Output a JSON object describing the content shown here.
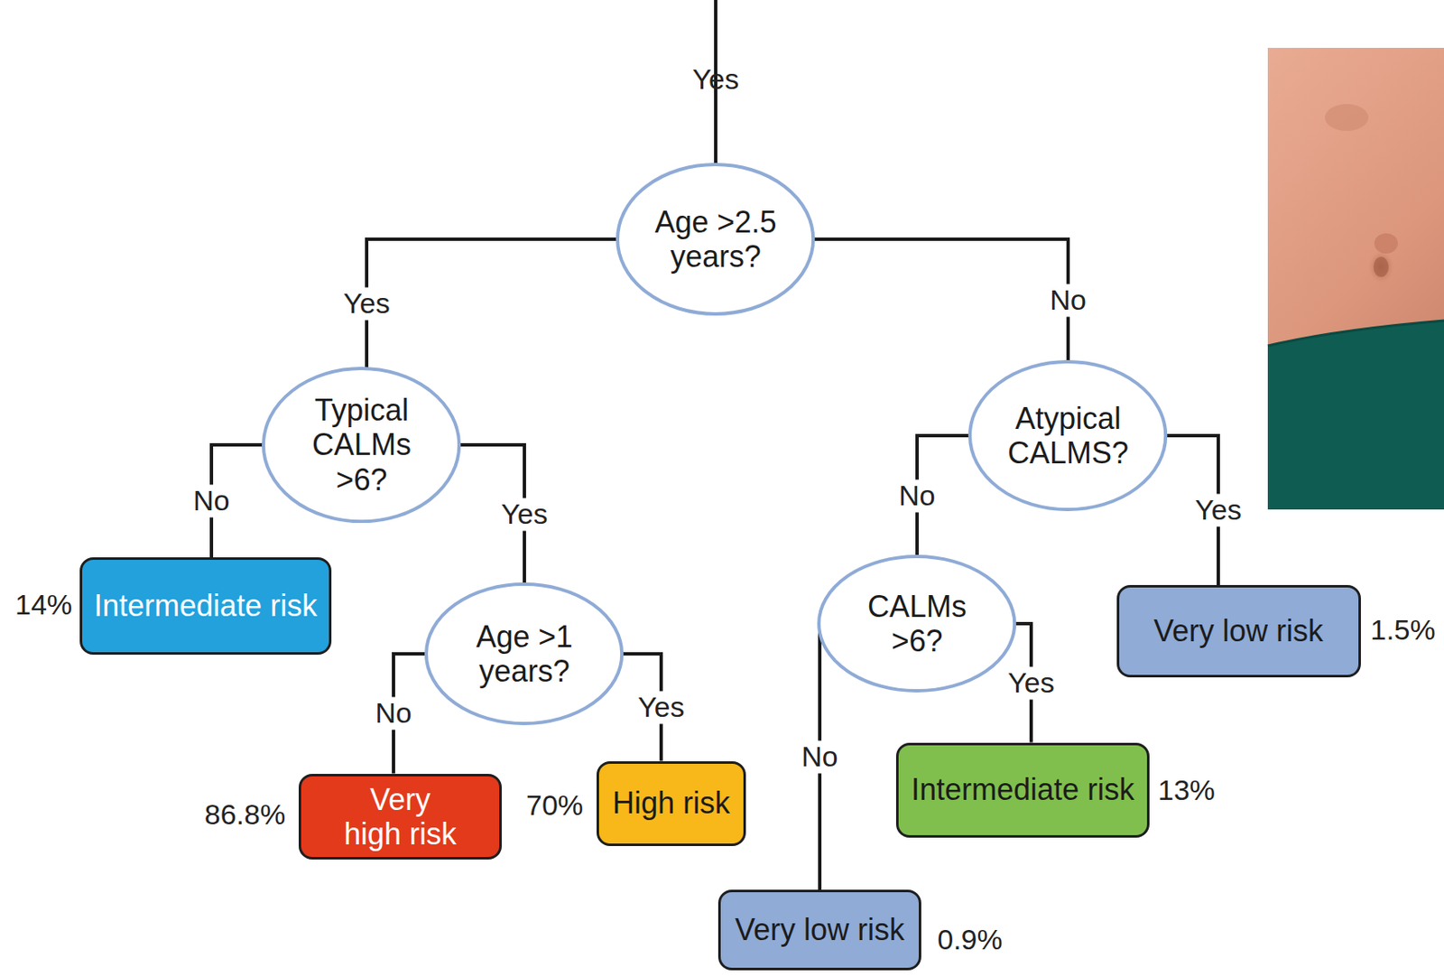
{
  "diagram": {
    "nodes": [
      {
        "text": [
          "Age >2.5 years?"
        ]
      },
      {
        "text": [
          "Typical CALMs >6?"
        ]
      },
      {
        "text": [
          "Atypical CALMS?"
        ]
      },
      {
        "text": [
          "Intermediate risk"
        ]
      },
      {
        "text": [
          "Age >1 years?"
        ]
      },
      {
        "text": [
          "CALMs >6?"
        ]
      },
      {
        "text": [
          "Very low risk"
        ]
      },
      {
        "text": [
          "Very high risk"
        ]
      },
      {
        "text": [
          "High risk"
        ]
      },
      {
        "text": [
          "Intermediate risk"
        ]
      },
      {
        "text": [
          "Very low risk"
        ]
      }
    ],
    "edges": [
      {
        "from": 0,
        "to": 1,
        "label": "Yes",
        "arrow": "none"
      },
      {
        "from": 0,
        "to": 2,
        "label": "No",
        "arrow": "none"
      },
      {
        "from": 1,
        "to": 3,
        "label": "No",
        "arrow": "none"
      },
      {
        "from": 1,
        "to": 4,
        "label": "Yes",
        "arrow": "none"
      },
      {
        "from": 2,
        "to": 5,
        "label": "No",
        "arrow": "none"
      },
      {
        "from": 2,
        "to": 6,
        "label": "Yes",
        "arrow": "none"
      },
      {
        "from": 4,
        "to": 7,
        "label": "No",
        "arrow": "none"
      },
      {
        "from": 4,
        "to": 8,
        "label": "Yes",
        "arrow": "none"
      },
      {
        "from": 5,
        "to": 10,
        "label": "No",
        "arrow": "none"
      },
      {
        "from": 5,
        "to": 9,
        "label": "Yes",
        "arrow": "none"
      }
    ],
    "labels": [
      "Yes",
      "14%",
      "86.8%",
      "70%",
      "13%",
      "0.9%",
      "1.5%"
    ]
  }
}
